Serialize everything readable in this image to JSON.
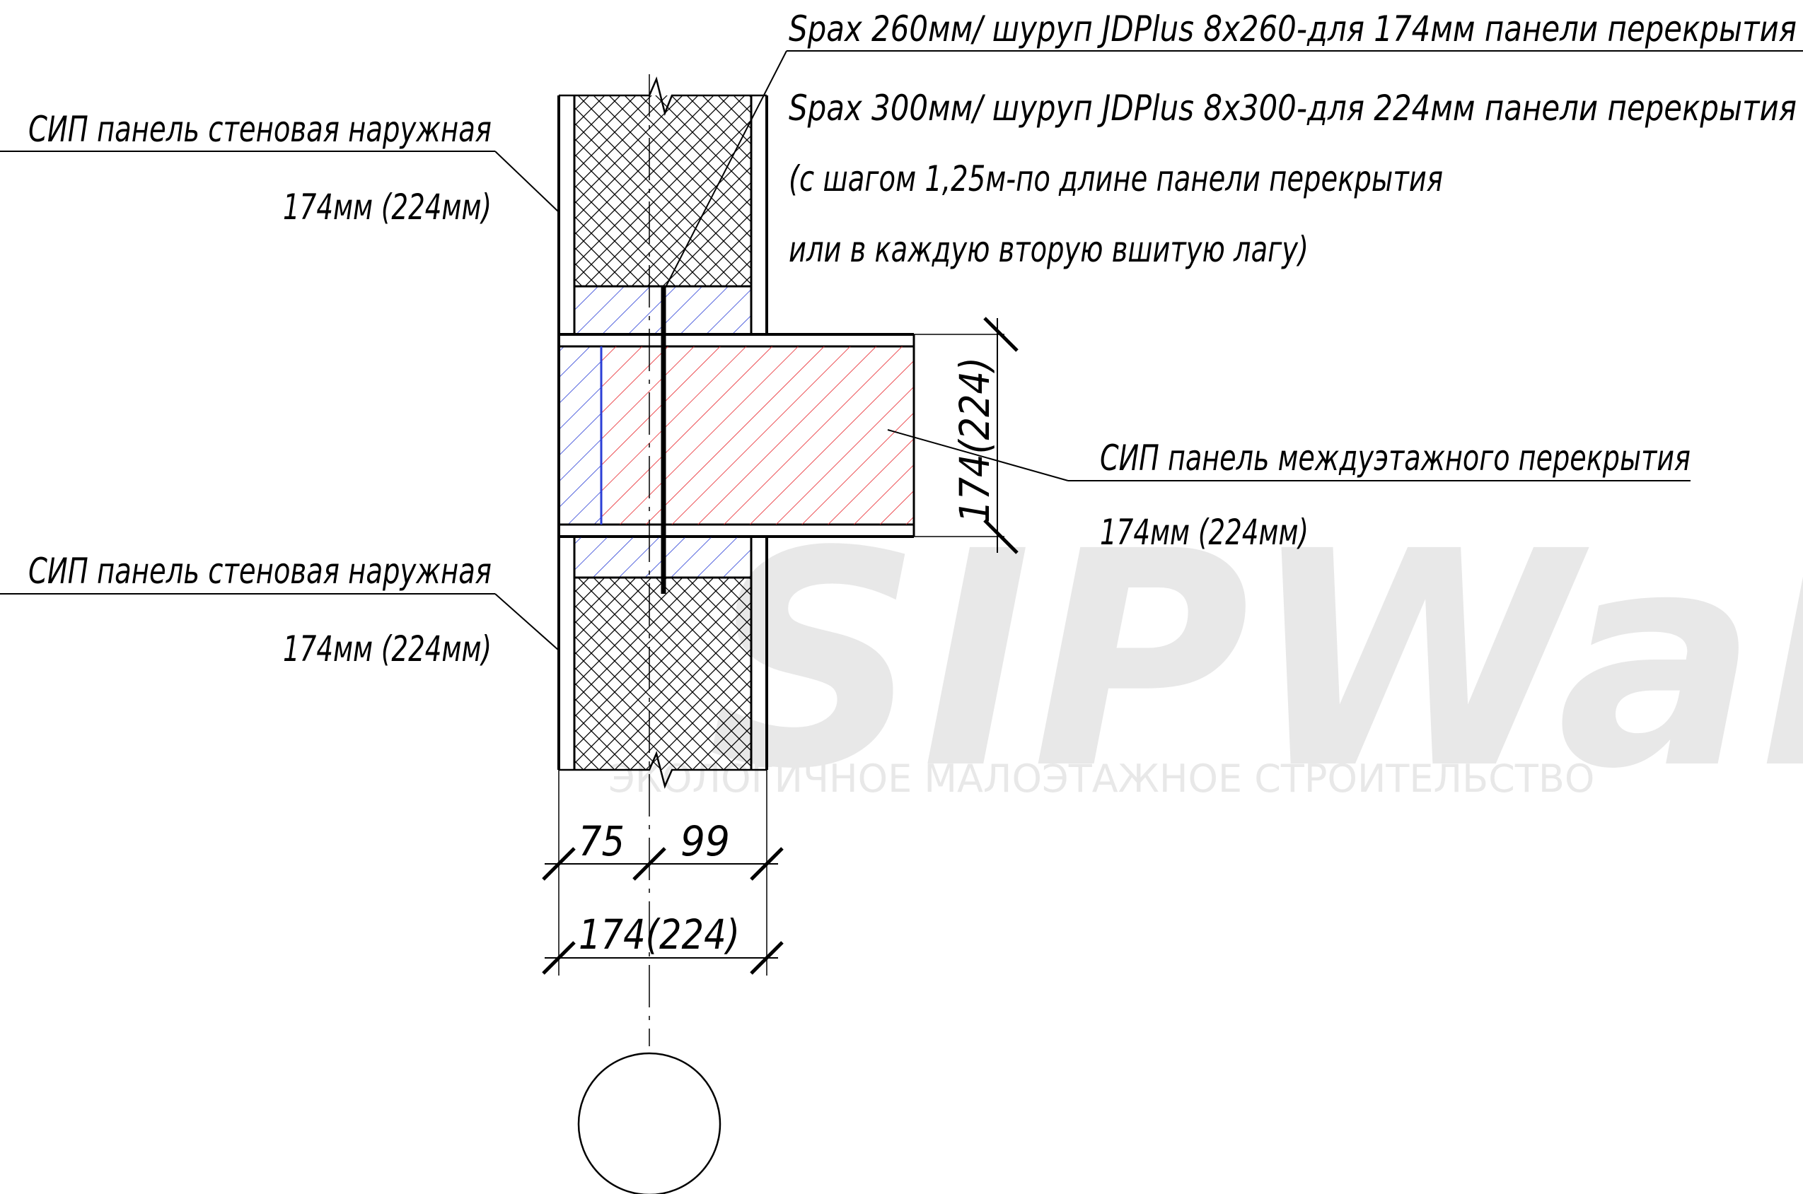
{
  "fastener_note": {
    "line1": "Spax 260мм/ шуруп JDPlus 8x260-для 174мм панели перекрытия",
    "line2": "Spax 300мм/ шуруп JDPlus 8x300-для 224мм панели перекрытия",
    "line3": "(с шагом 1,25м-по длине панели перекрытия",
    "line4": "или в каждую вторую вшитую лагу)"
  },
  "upper_wall_label": {
    "title": "СИП панель стеновая наружная",
    "size": "174мм (224мм)"
  },
  "lower_wall_label": {
    "title": "СИП панель стеновая наружная",
    "size": "174мм (224мм)"
  },
  "floor_label": {
    "title": "СИП панель междуэтажного перекрытия",
    "size": "174мм (224мм)"
  },
  "dimensions": {
    "left_part": "75",
    "right_part": "99",
    "wall_total": "174(224)",
    "floor_height": "174(224)"
  },
  "watermark": {
    "brand": "SIPWall",
    "tagline": "ЭКОЛОГИЧНОЕ МАЛОЭТАЖНОЕ СТРОИТЕЛЬСТВО"
  },
  "colors": {
    "line": "#000000",
    "floor_hatch": "#e8232a",
    "wood_hatch": "#2b3fd6",
    "watermark": "#d6d6d6"
  }
}
